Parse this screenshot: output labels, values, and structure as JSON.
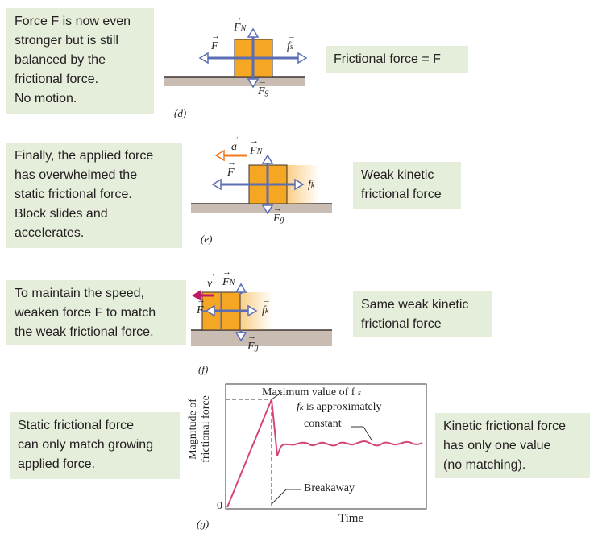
{
  "panel_d": {
    "tag": "(d)",
    "note_lines": [
      "Force F is now even",
      "stronger but is still",
      "balanced by the",
      "frictional force.",
      "No motion."
    ],
    "result": "Frictional force = F",
    "labels": {
      "F": "F",
      "FN": "F",
      "FN_sub": "N",
      "fs": "f",
      "fs_sub": "s",
      "Fg": "F",
      "Fg_sub": "g"
    }
  },
  "panel_e": {
    "tag": "(e)",
    "note_lines": [
      "Finally, the applied force",
      "has overwhelmed the",
      "static frictional force.",
      "Block slides and",
      "accelerates."
    ],
    "result_lines": [
      "Weak kinetic",
      "frictional force"
    ],
    "labels": {
      "a": "a",
      "F": "F",
      "FN": "F",
      "FN_sub": "N",
      "fk": "f",
      "fk_sub": "k",
      "Fg": "F",
      "Fg_sub": "g"
    }
  },
  "panel_f": {
    "tag": "(f)",
    "note_lines": [
      "To maintain the speed,",
      "weaken force F to match",
      "the weak frictional force."
    ],
    "result_lines": [
      "Same weak kinetic",
      "frictional force"
    ],
    "labels": {
      "v": "v",
      "F": "F",
      "FN": "F",
      "FN_sub": "N",
      "fk": "f",
      "fk_sub": "k",
      "Fg": "F",
      "Fg_sub": "g"
    }
  },
  "panel_g": {
    "tag": "(g)",
    "left_note_lines": [
      "Static frictional force",
      "can only match growing",
      "applied force."
    ],
    "right_note_lines": [
      "Kinetic frictional force",
      "has only one value",
      "(no matching)."
    ],
    "ylabel_lines": [
      "Magnitude of",
      "frictional force"
    ],
    "xlabel": "Time",
    "origin": "0",
    "annotations": {
      "max": "Maximum value of f",
      "max_sub": "s",
      "kinetic_1_pre": "f",
      "kinetic_1_sub": "k",
      "kinetic_1_post": " is approximately",
      "kinetic_2": "constant",
      "breakaway": "Breakaway"
    }
  },
  "colors": {
    "note_bg": "#e5eddb",
    "block": "#f5a623",
    "ground": "#c9bdb3",
    "force_arrow": "#5b6db3",
    "accel_arrow": "#f07a22",
    "velocity_arrow": "#c2186b",
    "curve": "#d6457a"
  }
}
